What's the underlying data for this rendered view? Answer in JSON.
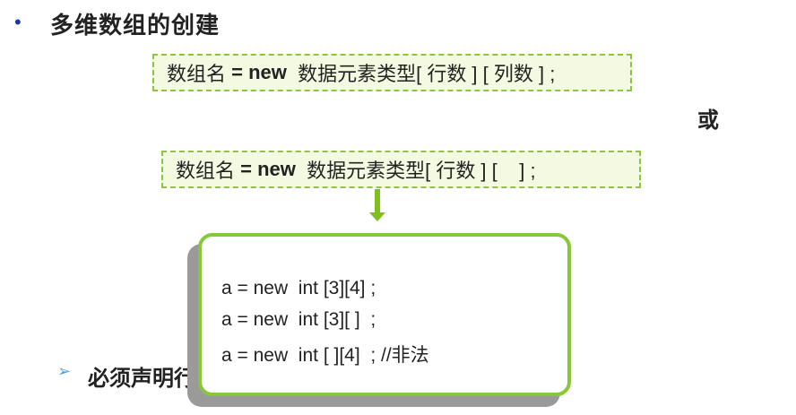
{
  "slide": {
    "bullet": "•",
    "title": "多维数组的创建",
    "syntax1": {
      "prefix": "数组名 ",
      "kw": "= new",
      "rest": "  数据元素类型[ 行数 ] [ 列数 ] ;"
    },
    "or_text": "或",
    "syntax2": {
      "prefix": "数组名 ",
      "kw": "= new",
      "rest": "  数据元素类型[ 行数 ] [    ] ;"
    },
    "code_lines": [
      "a = new  int [3][4] ;",
      "a = new  int [3][ ]  ;",
      "a = new  int [ ][4]  ; //非法"
    ],
    "sub_bullet": "➢",
    "sub_text": "必须声明行"
  },
  "colors": {
    "accent_green": "#86c83a",
    "box_fill": "#f4f9e1",
    "bullet_blue": "#1a3aa8"
  }
}
